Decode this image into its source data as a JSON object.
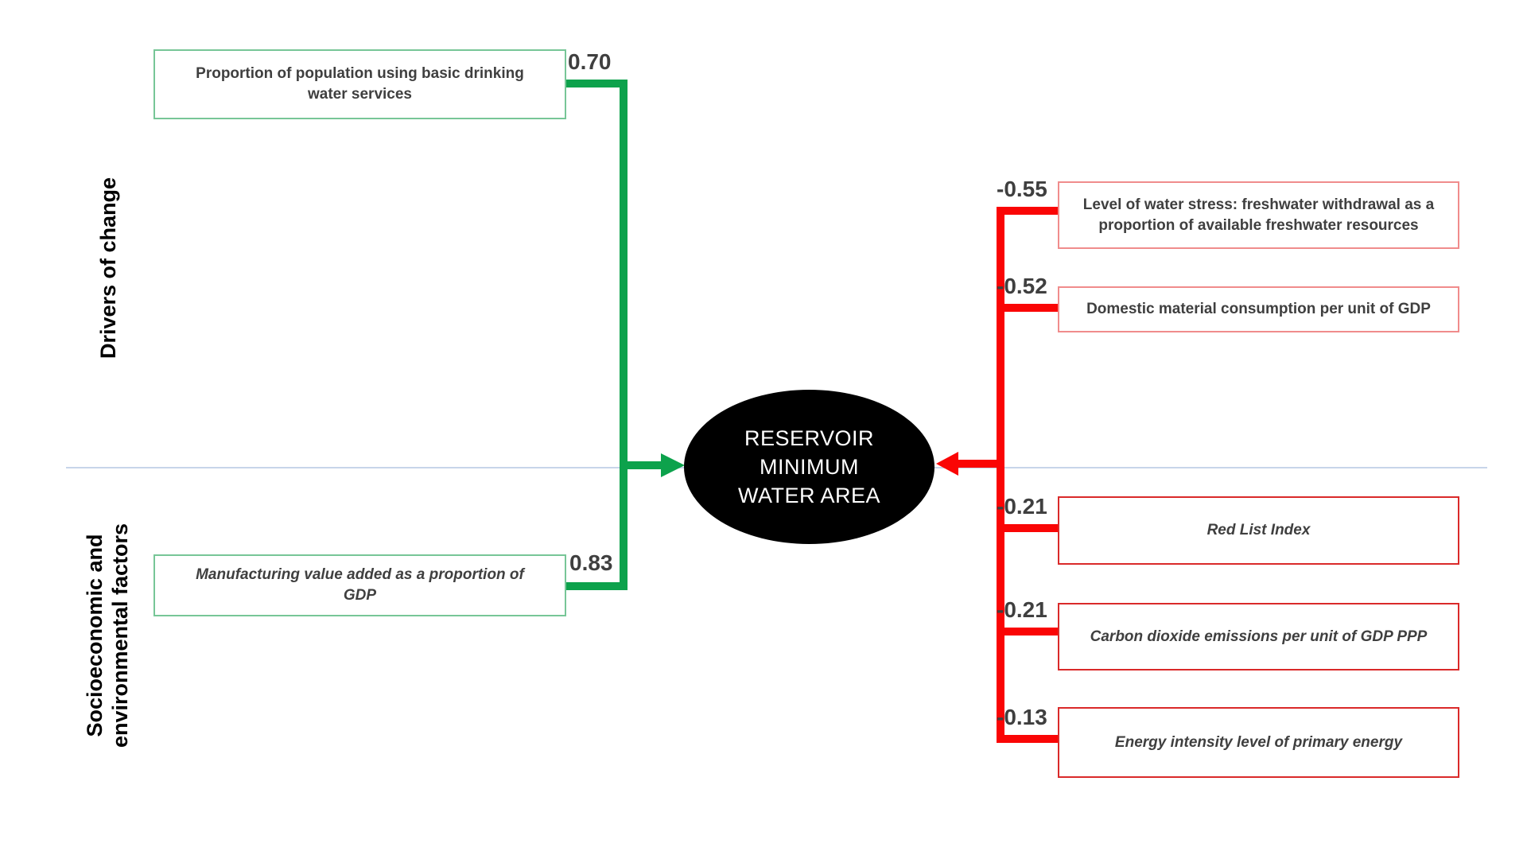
{
  "center_node": {
    "lines": [
      "RESERVOIR",
      "MINIMUM",
      "WATER AREA"
    ]
  },
  "axis_labels": {
    "top": "Drivers of change",
    "bottom_lines": [
      "Socioeconomic and",
      "environmental factors"
    ]
  },
  "positive_links": [
    {
      "label": "Proportion of population using basic drinking water services",
      "value": "0.70"
    },
    {
      "label": "Manufacturing value added as a proportion of GDP",
      "value": "0.83"
    }
  ],
  "negative_links": [
    {
      "label": "Level of water stress: freshwater withdrawal as a proportion of available freshwater resources",
      "value": "-0.55"
    },
    {
      "label": "Domestic material consumption per unit of GDP",
      "value": "-0.52"
    },
    {
      "label": "Red List Index",
      "value": "-0.21"
    },
    {
      "label": "Carbon dioxide emissions per unit of GDP PPP",
      "value": "-0.21"
    },
    {
      "label": "Energy intensity level of primary energy",
      "value": "-0.13"
    }
  ],
  "colors": {
    "positive_line": "#0DA24C",
    "positive_box_border": "#77C697",
    "negative_line": "#FA0505",
    "negative_box_border_light": "#F08C8C",
    "negative_box_border_strong": "#DA2A2A",
    "box_text": "#3F3F3F",
    "axis_text": "#000000",
    "divider": "#C7D5EA",
    "node_fill": "#000000",
    "node_text": "#FFFFFF"
  }
}
